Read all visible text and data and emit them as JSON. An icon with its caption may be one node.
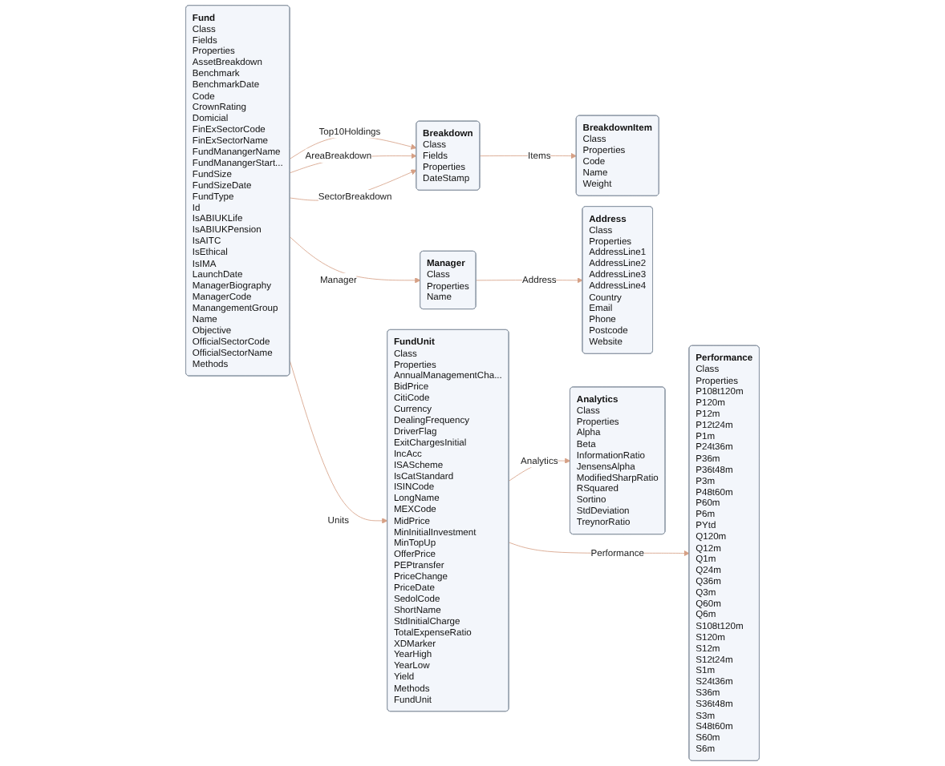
{
  "diagram": {
    "nodes": [
      {
        "text": [
          "Fund",
          "Class",
          "Fields",
          "Properties",
          "AssetBreakdown",
          "Benchmark",
          "BenchmarkDate",
          "Code",
          "CrownRating",
          "Domicial",
          "FinExSectorCode",
          "FinExSectorName",
          "FundManangerName",
          "FundManangerStart...",
          "FundSize",
          "FundSizeDate",
          "FundType",
          "Id",
          "IsABIUKLife",
          "IsABIUKPension",
          "IsAITC",
          "IsEthical",
          "IsIMA",
          "LaunchDate",
          "ManagerBiography",
          "ManagerCode",
          "ManangementGroup",
          "Name",
          "Objective",
          "OfficialSectorCode",
          "OfficialSectorName",
          "Methods"
        ]
      },
      {
        "text": [
          "Breakdown",
          "Class",
          "Fields",
          "Properties",
          "DateStamp"
        ]
      },
      {
        "text": [
          "BreakdownItem",
          "Class",
          "Properties",
          "Code",
          "Name",
          "Weight"
        ]
      },
      {
        "text": [
          "Performance",
          "Class",
          "Properties",
          "P108t120m",
          "P120m",
          "P12m",
          "P12t24m",
          "P1m",
          "P24t36m",
          "P36m",
          "P36t48m",
          "P3m",
          "P48t60m",
          "P60m",
          "P6m",
          "PYtd",
          "Q120m",
          "Q12m",
          "Q1m",
          "Q24m",
          "Q36m",
          "Q3m",
          "Q60m",
          "Q6m",
          "S108t120m",
          "S120m",
          "S12m",
          "S12t24m",
          "S1m",
          "S24t36m",
          "S36m",
          "S36t48m",
          "S3m",
          "S48t60m",
          "S60m",
          "S6m"
        ]
      },
      {
        "text": [
          "Address",
          "Class",
          "Properties",
          "AddressLine1",
          "AddressLine2",
          "AddressLine3",
          "AddressLine4",
          "Country",
          "Email",
          "Phone",
          "Postcode",
          "Website"
        ]
      },
      {
        "text": [
          "FundUnit",
          "Class",
          "Properties",
          "AnnualManagementCha...",
          "BidPrice",
          "CitiCode",
          "Currency",
          "DealingFrequency",
          "DriverFlag",
          "ExitChargesInitial",
          "IncAcc",
          "ISAScheme",
          "IsCatStandard",
          "ISINCode",
          "LongName",
          "MEXCode",
          "MidPrice",
          "MinInitialInvestment",
          "MinTopUp",
          "OfferPrice",
          "PEPtransfer",
          "PriceChange",
          "PriceDate",
          "SedolCode",
          "ShortName",
          "StdInitialCharge",
          "TotalExpenseRatio",
          "XDMarker",
          "YearHigh",
          "YearLow",
          "Yield",
          "Methods",
          "FundUnit"
        ]
      },
      {
        "text": [
          "Analytics",
          "Class",
          "Properties",
          "Alpha",
          "Beta",
          "InformationRatio",
          "JensensAlpha",
          "ModifiedSharpRatio",
          "RSquared",
          "Sortino",
          "StdDeviation",
          "TreynorRatio"
        ]
      },
      {
        "text": [
          "Manager",
          "Class",
          "Properties",
          "Name"
        ]
      }
    ],
    "edges": [
      {
        "from": 0,
        "to": 1,
        "arrow": "to",
        "label": "Top10Holdings"
      },
      {
        "from": 0,
        "to": 1,
        "arrow": "to",
        "label": "AreaBreakdown"
      },
      {
        "from": 0,
        "to": 1,
        "arrow": "to",
        "label": "SectorBreakdown"
      },
      {
        "from": 1,
        "to": 2,
        "arrow": "to",
        "label": "Items"
      },
      {
        "from": 0,
        "to": 5,
        "arrow": "to",
        "label": "Units"
      },
      {
        "from": 5,
        "to": 3,
        "arrow": "to",
        "label": "Performance"
      },
      {
        "from": 5,
        "to": 6,
        "arrow": "to",
        "label": "Analytics"
      },
      {
        "from": 0,
        "to": 7,
        "arrow": "to",
        "label": "Manager"
      },
      {
        "from": 7,
        "to": 4,
        "arrow": "to",
        "label": "Address"
      }
    ]
  }
}
